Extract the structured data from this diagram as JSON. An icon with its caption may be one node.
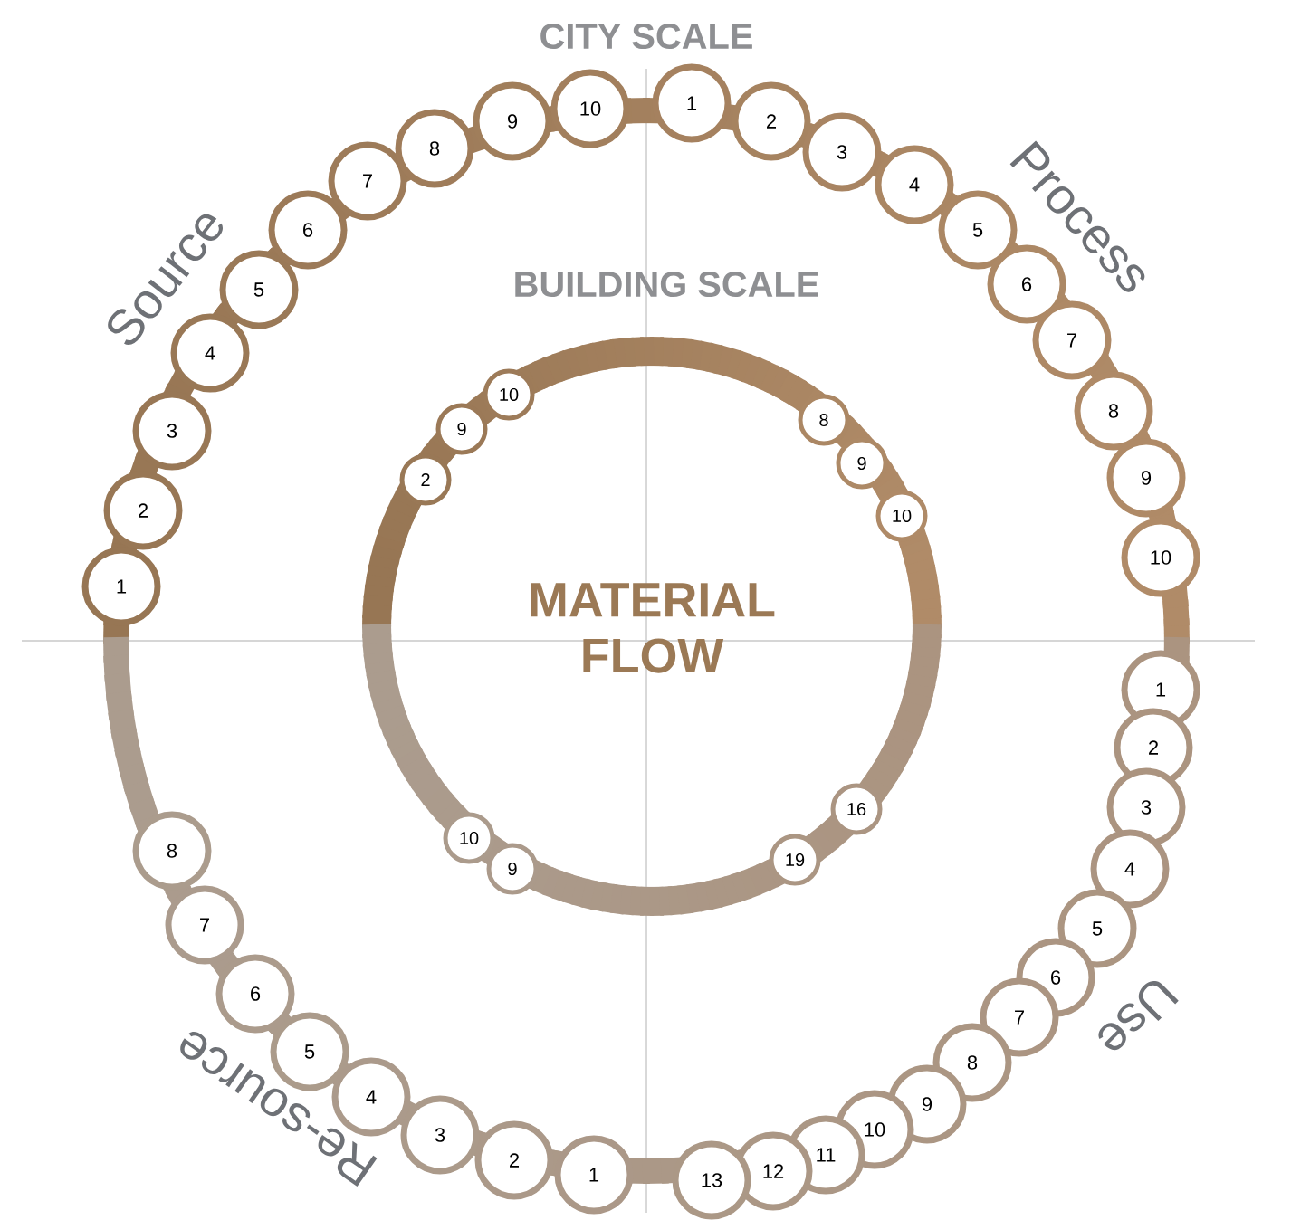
{
  "diagram": {
    "nodes": [
      {
        "text": [
          "1"
        ]
      },
      {
        "text": [
          "2"
        ]
      },
      {
        "text": [
          "3"
        ]
      },
      {
        "text": [
          "4"
        ]
      },
      {
        "text": [
          "5"
        ]
      },
      {
        "text": [
          "6"
        ]
      },
      {
        "text": [
          "7"
        ]
      },
      {
        "text": [
          "8"
        ]
      },
      {
        "text": [
          "9"
        ]
      },
      {
        "text": [
          "10"
        ]
      },
      {
        "text": [
          "1"
        ]
      },
      {
        "text": [
          "2"
        ]
      },
      {
        "text": [
          "3"
        ]
      },
      {
        "text": [
          "4"
        ]
      },
      {
        "text": [
          "5"
        ]
      },
      {
        "text": [
          "6"
        ]
      },
      {
        "text": [
          "7"
        ]
      },
      {
        "text": [
          "8"
        ]
      },
      {
        "text": [
          "9"
        ]
      },
      {
        "text": [
          "10"
        ]
      },
      {
        "text": [
          "1"
        ]
      },
      {
        "text": [
          "2"
        ]
      },
      {
        "text": [
          "3"
        ]
      },
      {
        "text": [
          "4"
        ]
      },
      {
        "text": [
          "5"
        ]
      },
      {
        "text": [
          "6"
        ]
      },
      {
        "text": [
          "7"
        ]
      },
      {
        "text": [
          "8"
        ]
      },
      {
        "text": [
          "9"
        ]
      },
      {
        "text": [
          "10"
        ]
      },
      {
        "text": [
          "11"
        ]
      },
      {
        "text": [
          "12"
        ]
      },
      {
        "text": [
          "13"
        ]
      },
      {
        "text": [
          "8"
        ]
      },
      {
        "text": [
          "7"
        ]
      },
      {
        "text": [
          "6"
        ]
      },
      {
        "text": [
          "5"
        ]
      },
      {
        "text": [
          "4"
        ]
      },
      {
        "text": [
          "3"
        ]
      },
      {
        "text": [
          "2"
        ]
      },
      {
        "text": [
          "1"
        ]
      },
      {
        "text": [
          "10"
        ]
      },
      {
        "text": [
          "9"
        ]
      },
      {
        "text": [
          "2"
        ]
      },
      {
        "text": [
          "8"
        ]
      },
      {
        "text": [
          "9"
        ]
      },
      {
        "text": [
          "10"
        ]
      },
      {
        "text": [
          "16"
        ]
      },
      {
        "text": [
          "19"
        ]
      },
      {
        "text": [
          "10"
        ]
      },
      {
        "text": [
          "9"
        ]
      }
    ],
    "labels": [
      "CITY SCALE",
      "BUILDING SCALE",
      "MATERIAL FLOW",
      "Source",
      "Process",
      "Use",
      "Re-source"
    ]
  }
}
